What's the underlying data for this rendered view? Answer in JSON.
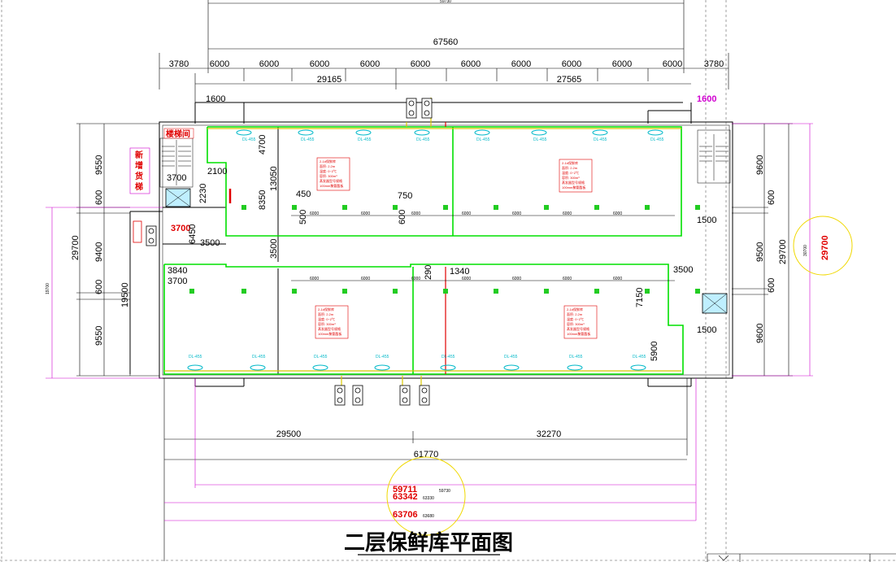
{
  "title": "二层保鲜库平面图",
  "labels": {
    "stairwell": "楼梯间",
    "new_freight_elevator": [
      "新",
      "增",
      "货",
      "梯"
    ],
    "unit": "DL-455",
    "legend_lines": [
      "2-1#保鲜库",
      "面积: 2.2m",
      "温度: 0~2℃",
      "容积: 300m³",
      "蒸发器型号规格",
      "100mm聚氨酯板"
    ]
  },
  "top_dims": {
    "overall_small": "59730",
    "overall": "67560",
    "bays": [
      "3780",
      "6000",
      "6000",
      "6000",
      "6000",
      "6000",
      "6000",
      "6000",
      "6000",
      "6000",
      "6000",
      "3780"
    ],
    "halves": [
      "29165",
      "27565"
    ]
  },
  "interior_dims": {
    "d1600_left": "1600",
    "d1600_right": "1600",
    "d2100": "2100",
    "d3700_a": "3700",
    "d2230": "2230",
    "d3700_red": "3700",
    "d6450": "6450",
    "d3500_a": "3500",
    "d3500_b": "3500",
    "d3840": "3840",
    "d3700_b": "3700",
    "d4700": "4700",
    "d13050": "13050",
    "d8350": "8350",
    "d450": "450",
    "d500": "500",
    "d750": "750",
    "d600_mid": "600",
    "d1340": "1340",
    "d290": "290",
    "d3500_c": "3500",
    "d7150": "7150",
    "d5900": "5900",
    "d1500_a": "1500",
    "d1500_b": "1500",
    "grid_6000": "6000"
  },
  "left_dims": {
    "d9550_top": "9550",
    "d600_a": "600",
    "d29700": "29700",
    "d9400": "9400",
    "d600_b": "600",
    "d19500": "19500",
    "d9550_bot": "9550",
    "d19700": "19700"
  },
  "right_dims": {
    "d9600_top": "9600",
    "d600_a": "600",
    "d29700": "29700",
    "d9500": "9500",
    "d600_b": "600",
    "d9600_bot": "9600",
    "d30700": "30700",
    "highlight": "29700"
  },
  "bottom_dims": {
    "left": "29500",
    "right": "32270",
    "overall": "61770",
    "red_a": "59711",
    "red_a_small": "59730",
    "red_b": "63342",
    "red_b_small": "63330",
    "red_c": "63706",
    "red_c_small": "63680"
  },
  "colors": {
    "wall_green": "#00e000",
    "dim_magenta": "#d000d0",
    "red": "#e00000",
    "cyan": "#00b8c8",
    "yellow_circle": "#f0d800"
  }
}
